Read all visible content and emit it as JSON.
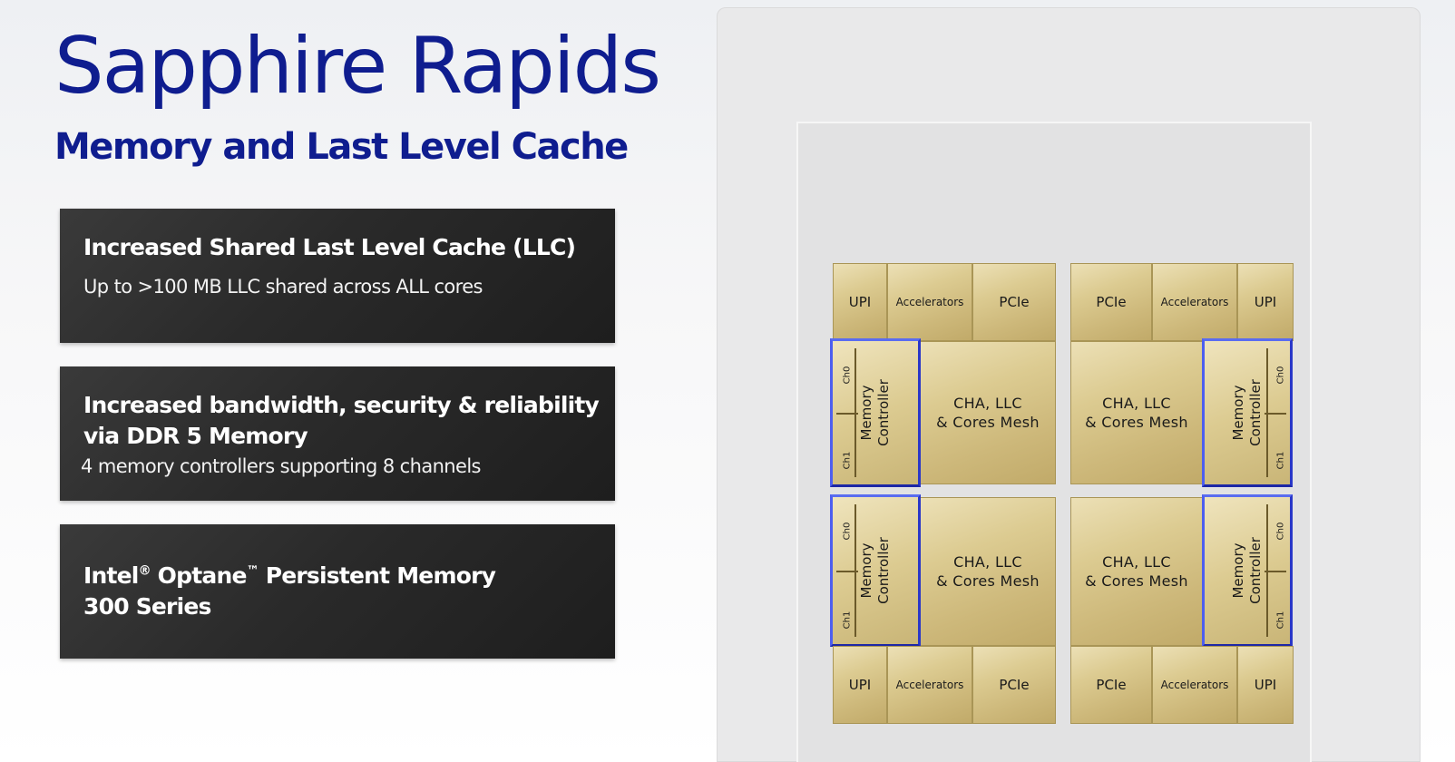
{
  "header": {
    "title": "Sapphire Rapids",
    "subtitle": "Memory and Last Level Cache"
  },
  "cards": [
    {
      "heading": "Increased Shared Last Level Cache (LLC)",
      "body": "Up to >100 MB LLC shared across ALL cores"
    },
    {
      "heading_line1": "Increased bandwidth, security & reliability",
      "heading_line2": "via DDR 5 Memory",
      "body": "4 memory controllers supporting 8 channels"
    },
    {
      "heading_line1_prefix": "Intel",
      "reg": "®",
      "heading_line1_mid": " Optane",
      "tm": "™",
      "heading_line1_suffix": " Persistent Memory",
      "heading_line2": "300 Series"
    }
  ],
  "diagram": {
    "labels": {
      "upi": "UPI",
      "pcie": "PCIe",
      "accelerators": "Accelerators",
      "mesh": "CHA, LLC\n& Cores Mesh",
      "memory_controller": "Memory\nController",
      "ch0": "Ch0",
      "ch1": "Ch1"
    },
    "colors": {
      "title": "#0f1d8f",
      "tile_gold": "#dccb91",
      "mc_border": "#2a37c8",
      "card_bg": "#2a2a2a"
    }
  }
}
